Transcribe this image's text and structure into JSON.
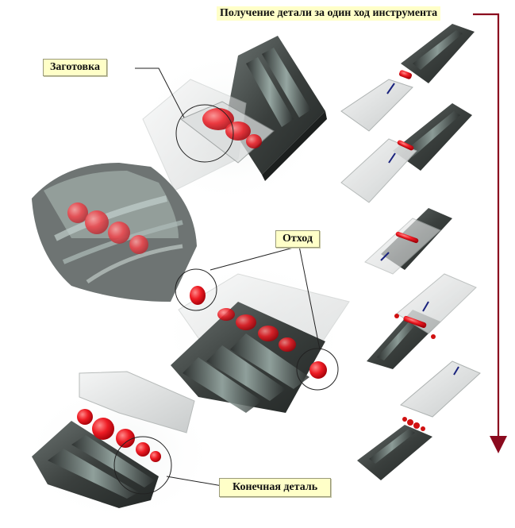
{
  "labels": {
    "title": "Получение детали за один ход инструмента",
    "blank": "Заготовка",
    "waste": "Отход",
    "final": "Конечная деталь"
  },
  "colors": {
    "label_bg": "#ffffc8",
    "part_red": "#e8141e",
    "arrow_red": "#8b0a1e",
    "die_dark": "#3a3f3d",
    "die_light": "#e0e2e2",
    "motion_arrow": "#1a237e"
  },
  "icons": [
    "arrow-down-icon",
    "motion-arrow-icon"
  ]
}
